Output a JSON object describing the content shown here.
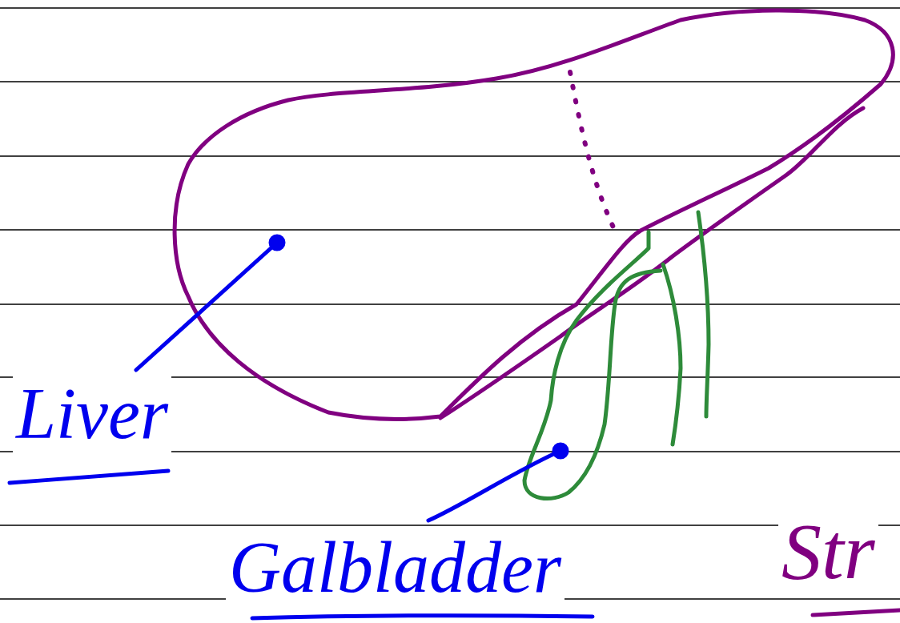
{
  "diagram": {
    "labels": [
      "Liver",
      "Galbladder",
      "Str"
    ]
  }
}
